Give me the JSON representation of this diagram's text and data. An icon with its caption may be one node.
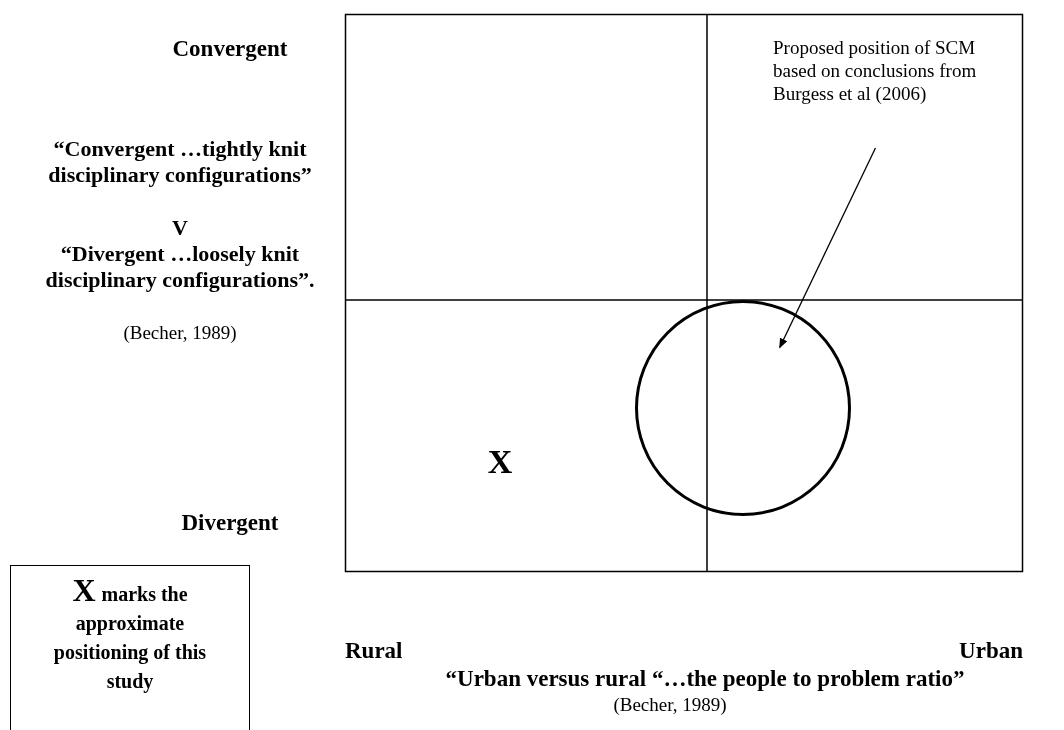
{
  "diagram": {
    "nodes": [
      {
        "text": [],
        "shape": "box"
      },
      {
        "text": [
          "Proposed position of SCM based on conclusions from Burgess et al (2006)"
        ],
        "in": 0
      },
      {
        "text": [],
        "shape": "circle",
        "in": 0
      },
      {
        "text": [
          "X",
          "marks the approximate positioning of this study"
        ]
      }
    ],
    "edges": [
      {
        "from": 1,
        "to": 2,
        "arrow": "to"
      }
    ],
    "labels": [
      "Convergent",
      "“Convergent …tightly knit disciplinary configurations”",
      "V",
      "“Divergent …loosely knit disciplinary configurations”.",
      "(Becher, 1989)",
      "Divergent",
      "X",
      "Rural",
      "Urban",
      "“Urban versus rural “…the people to problem ratio”",
      "(Becher, 1989)"
    ]
  }
}
